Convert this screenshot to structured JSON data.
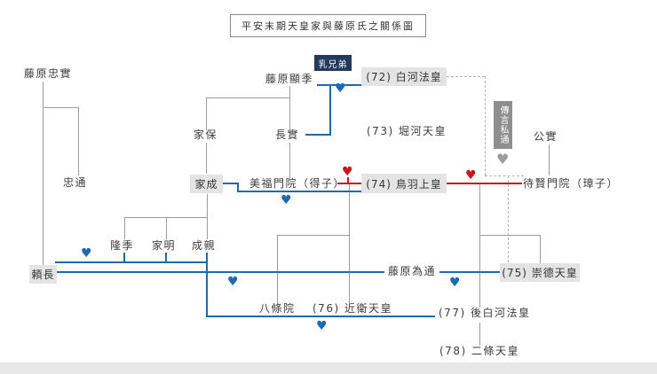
{
  "title": "平安末期天皇家與藤原氏之關係圖",
  "badges": {
    "milk_brothers": "乳兄弟",
    "rumored_affair": "傳言私通"
  },
  "people": {
    "fujiwara_tadazane": "藤原忠實",
    "tadamichi": "忠通",
    "yorinaga": "頼長",
    "fujiwara_akisue": "藤原顯季",
    "ieyasu": "家保",
    "nagazane": "長實",
    "ienari": "家成",
    "takasue": "隆季",
    "ieaki": "家明",
    "narichika": "成親",
    "bifukumonin": "美福門院（得子）",
    "kinzane": "公實",
    "taikenmonin": "待賢門院（璋子）",
    "fujiwara_tamemichi": "藤原為通",
    "hachijoin": "八條院",
    "emperor_72_shirakawa": "(72) 白河法皇",
    "emperor_73_horikawa": "(73) 堀河天皇",
    "emperor_74_toba": "(74) 鳥羽上皇",
    "emperor_75_sutoku": "(75) 崇德天皇",
    "emperor_76_konoe": "(76) 近衛天皇",
    "emperor_77_goshirakawa": "(77) 後白河法皇",
    "emperor_78_nijo": "(78) 二條天皇"
  },
  "icons": {
    "heart": "♥"
  },
  "colors": {
    "relationship_blue": "#1a6ab8",
    "marriage_red": "#cc1515",
    "lineage_gray": "#9c9c9c",
    "badge_navy": "#24395c",
    "badge_gray": "#8e8e8e",
    "node_box_bg": "#e4e4e4"
  }
}
